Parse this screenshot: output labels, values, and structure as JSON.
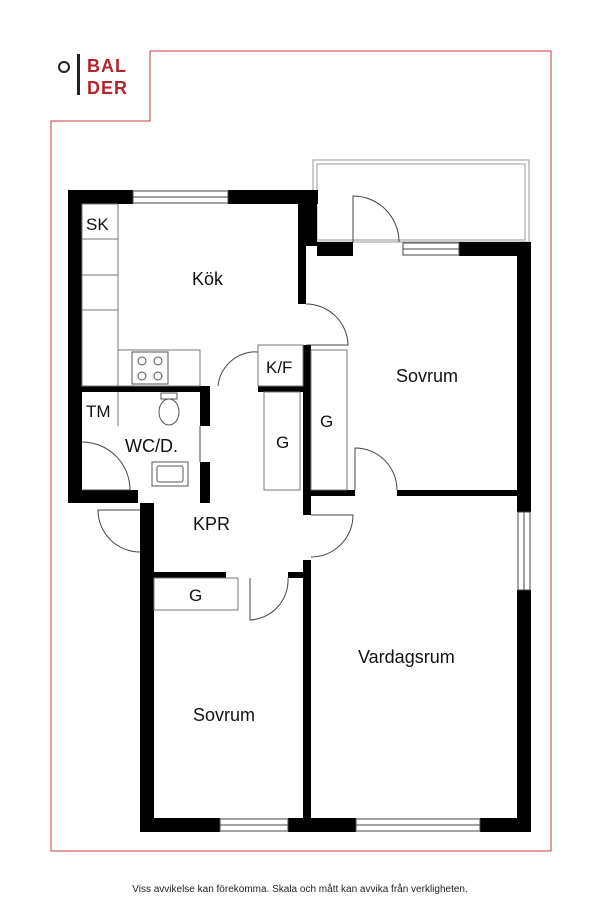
{
  "brand": {
    "logo_line1": "BAL",
    "logo_line2": "DER",
    "accent_color": "#b1262b"
  },
  "rooms": {
    "sk": "SK",
    "kok": "Kök",
    "kf": "K/F",
    "sovrum_upper": "Sovrum",
    "g_upper_closet": "G",
    "tm": "TM",
    "wc": "WC/D.",
    "g_hall_closet": "G",
    "kpr": "KPR",
    "g_lower_closet": "G",
    "vardagsrum": "Vardagsrum",
    "sovrum_lower": "Sovrum"
  },
  "footer": {
    "disclaimer": "Viss avvikelse kan förekomma. Skala och mått kan avvika från verkligheten."
  }
}
